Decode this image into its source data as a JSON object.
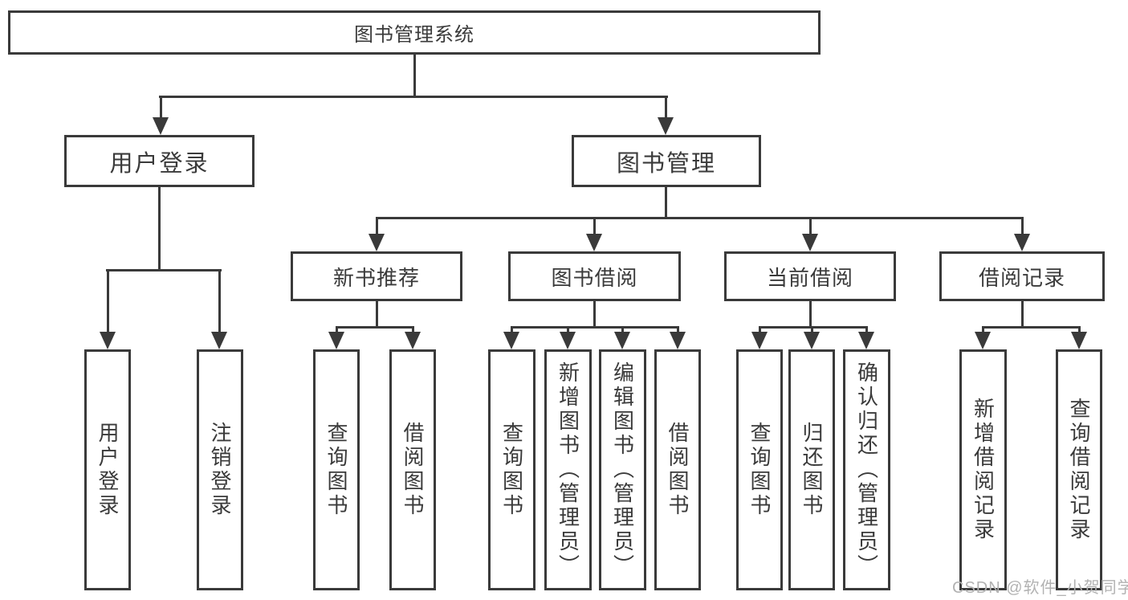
{
  "colors": {
    "line": "#3a3a3a",
    "text": "#3a3a3a",
    "watermark": "#b2b2b2",
    "background": "#ffffff"
  },
  "diagram": {
    "title": "图书管理系统",
    "level2": [
      {
        "label": "用户登录"
      },
      {
        "label": "图书管理"
      }
    ],
    "user_login_children": [
      {
        "label": "用户登录"
      },
      {
        "label": "注销登录"
      }
    ],
    "book_management_children": [
      {
        "label": "新书推荐",
        "children": [
          {
            "label": "查询图书"
          },
          {
            "label": "借阅图书"
          }
        ]
      },
      {
        "label": "图书借阅",
        "children": [
          {
            "label": "查询图书"
          },
          {
            "label": "新增图书（管理员）"
          },
          {
            "label": "编辑图书（管理员）"
          },
          {
            "label": "借阅图书"
          }
        ]
      },
      {
        "label": "当前借阅",
        "children": [
          {
            "label": "查询图书"
          },
          {
            "label": "归还图书"
          },
          {
            "label": "确认归还（管理员）"
          }
        ]
      },
      {
        "label": "借阅记录",
        "children": [
          {
            "label": "新增借阅记录"
          },
          {
            "label": "查询借阅记录"
          }
        ]
      }
    ]
  },
  "watermark": {
    "text": "CSDN @软件_小贺同学"
  }
}
